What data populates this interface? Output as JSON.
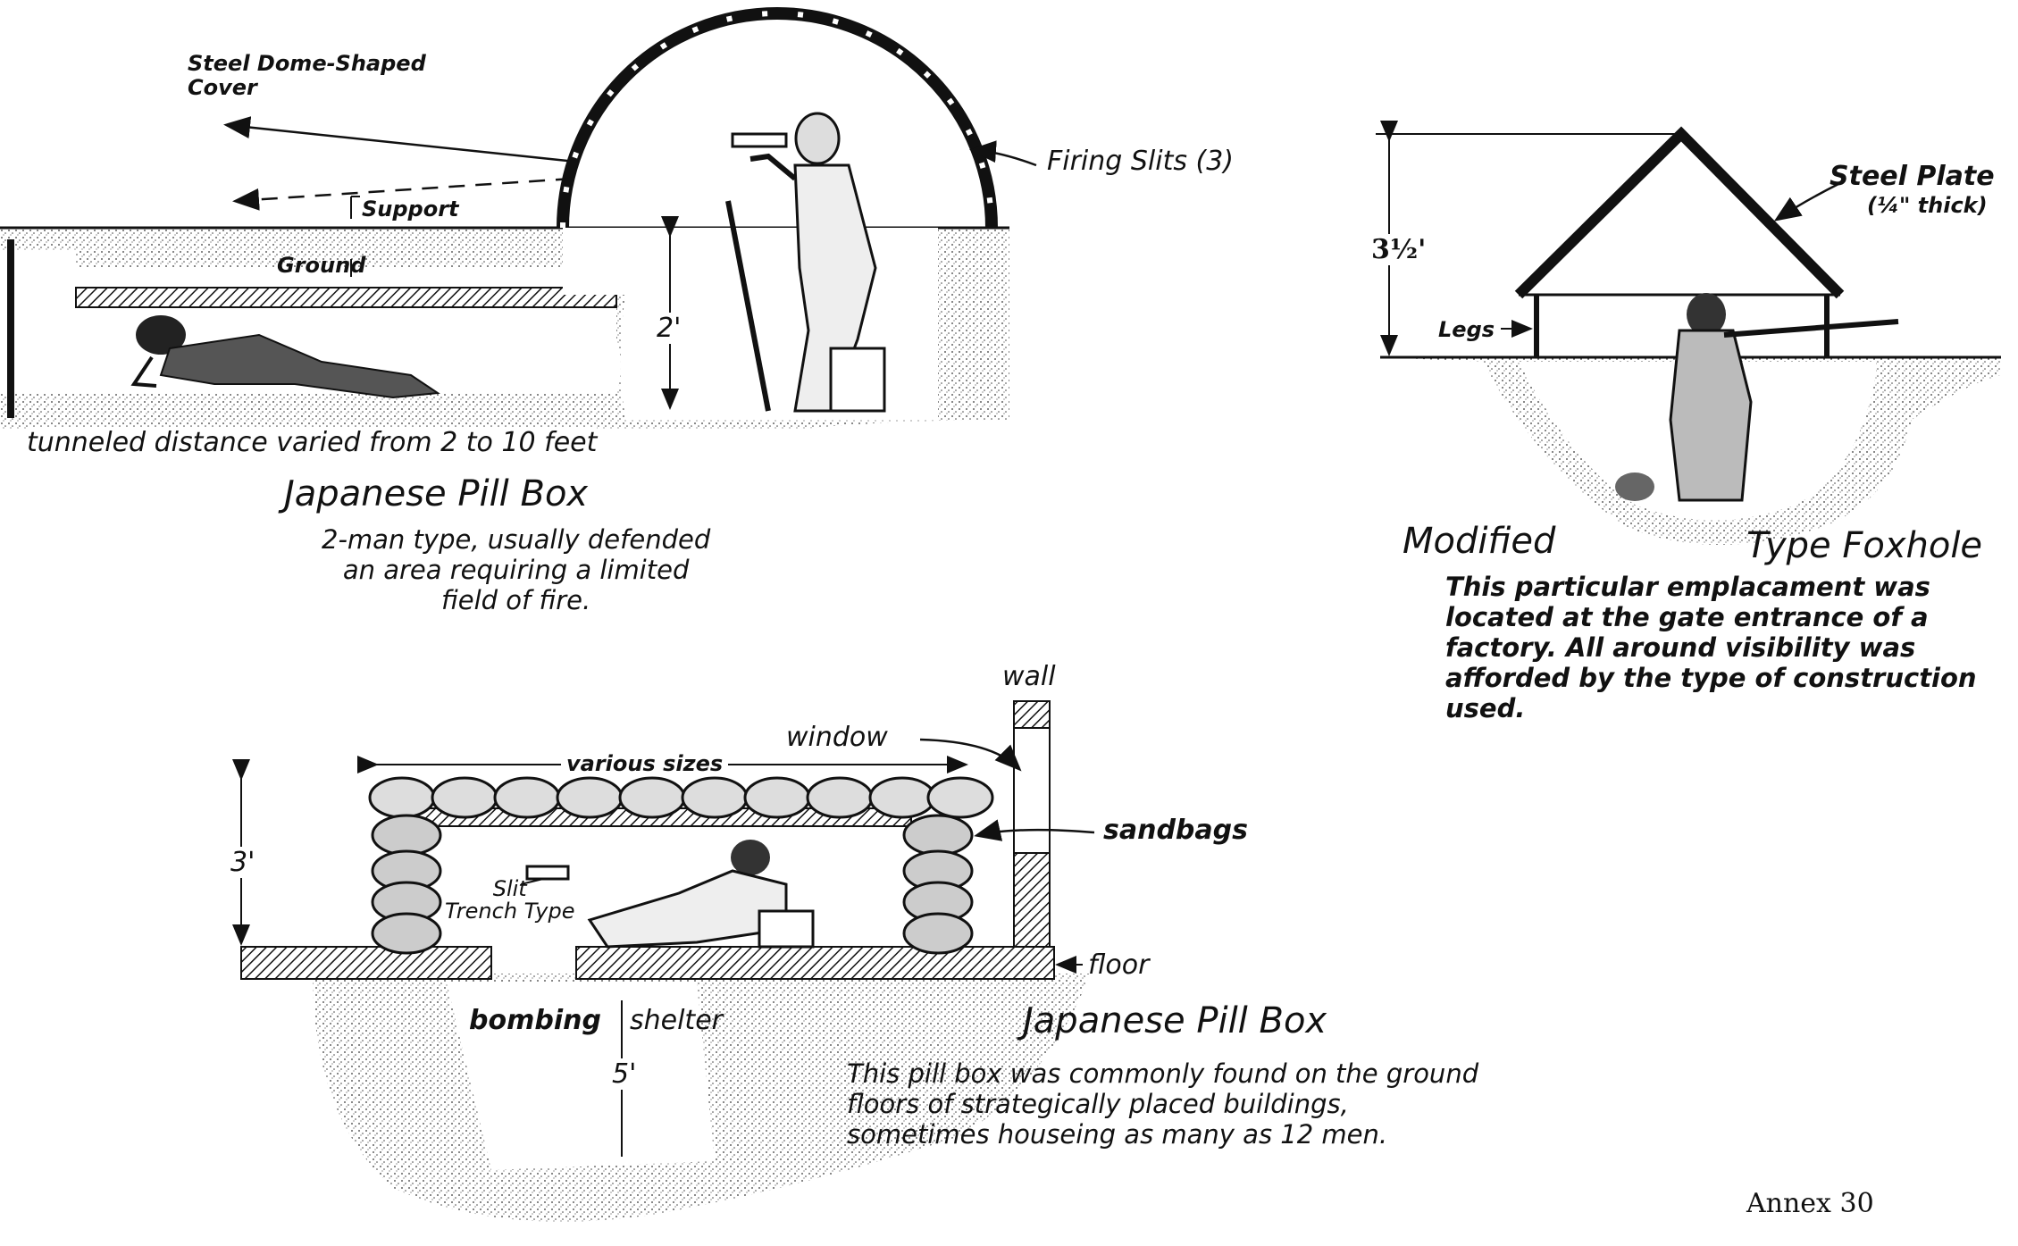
{
  "top_left": {
    "dome_label": "Steel Dome-Shaped\nCover",
    "support_label": "Support",
    "ground_label": "Ground",
    "height_label": "2'",
    "tunnel_label": "tunneled distance varied from 2 to 10 feet",
    "firing_slits_label": "Firing Slits (3)",
    "title": "Japanese Pill Box",
    "caption": "2-man type, usually defended\nan area requiring a limited\nfield of fire."
  },
  "top_right": {
    "plate_label": "Steel Plate",
    "plate_thickness": "(¼\" thick)",
    "height_label": "3½'",
    "legs_label": "Legs",
    "title_left": "Modified",
    "title_right": "Type Foxhole",
    "caption": "This particular emplacament was\nlocated at the gate entrance of a\nfactory. All around visibility was\nafforded by the type of construction\nused."
  },
  "bottom": {
    "wall_label": "wall",
    "window_label": "window",
    "sizes_label": "various sizes",
    "sandbags_label": "sandbags",
    "height_label": "3'",
    "slit_label": "Slit\nTrench Type",
    "floor_label": "floor",
    "bombing_label": "bombing",
    "shelter_label": "shelter",
    "depth_label": "5'",
    "title": "Japanese Pill Box",
    "caption": "This pill box was commonly found on the ground\nfloors of strategically placed buildings,\nsometimes houseing as many as 12 men."
  },
  "annex_label": "Annex 30"
}
